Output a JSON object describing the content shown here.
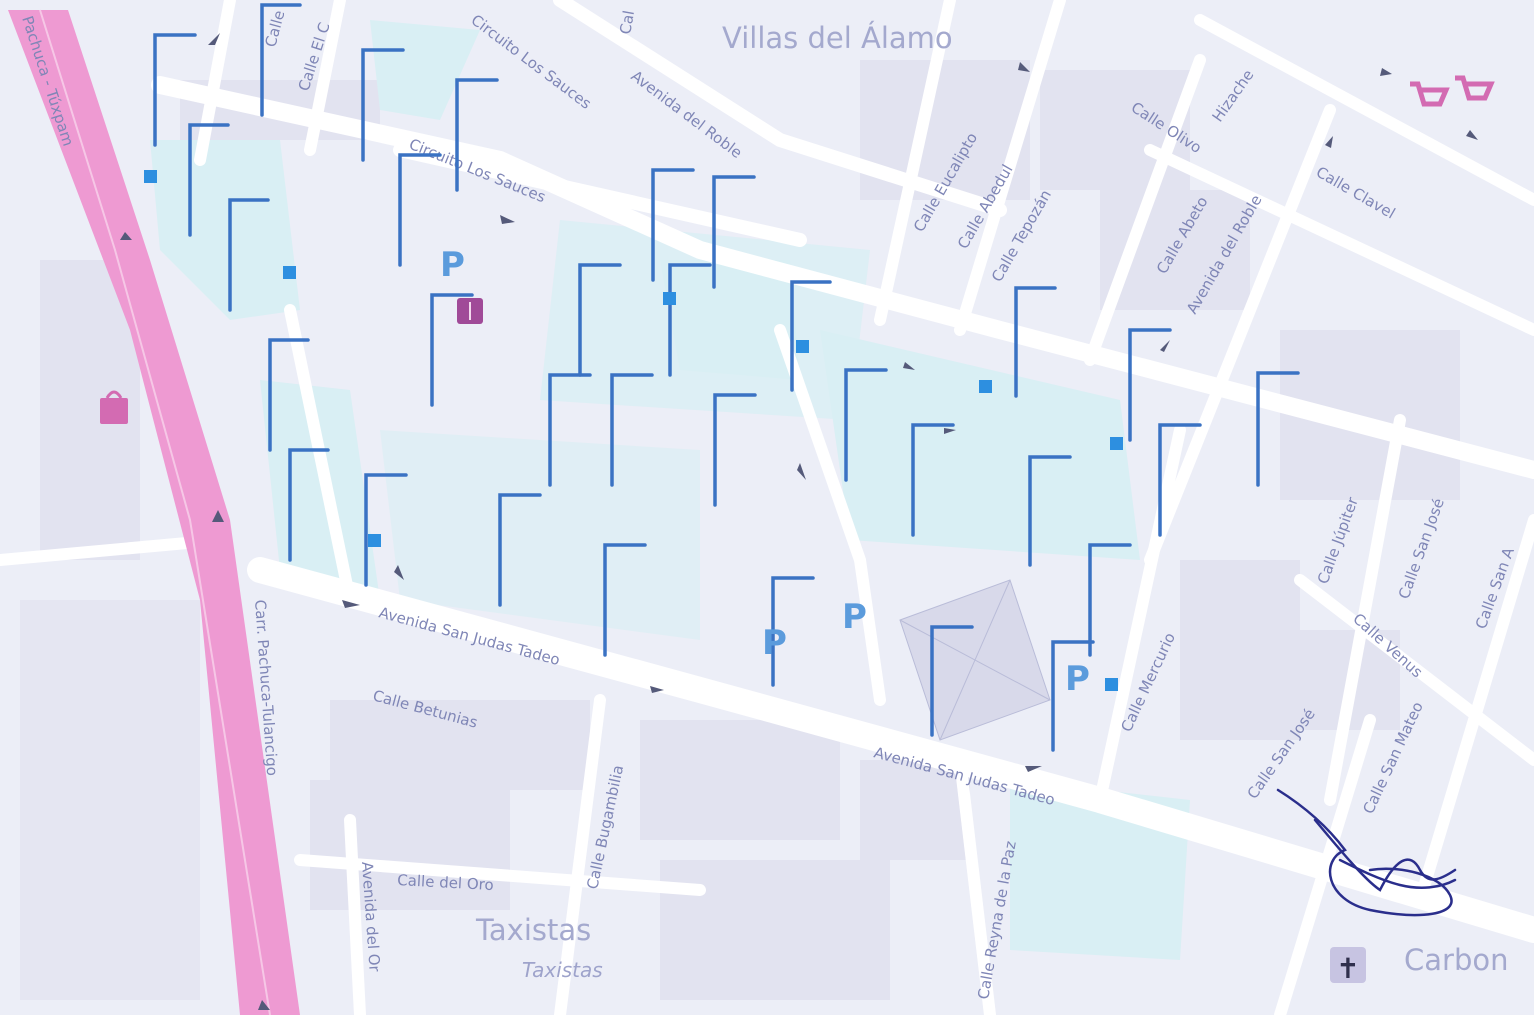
{
  "map": {
    "colors": {
      "background": "#eceef7",
      "road": "#ffffff",
      "highway": "#ee9ad2",
      "park": "#d9eff4",
      "lamp": "#3a72c3",
      "parking": "#5b9bdc",
      "marker": "#2d8fe0",
      "label": "#7f86b6",
      "signature": "#2a2e8c"
    },
    "neighborhoods": {
      "villas": "Villas del Álamo",
      "taxistas_big": "Taxistas",
      "taxistas_small": "Taxistas",
      "carbon": "Carbon"
    },
    "streets": {
      "pachuca_tuxpam": "Pachuca - Túxpam",
      "pachuca_tulancingo": "Carr. Pachuca-Tulancigo",
      "calle_top": "Calle",
      "calle_el": "Calle El C",
      "circuito1": "Circuito Los Sauces",
      "circuito2": "Circuito Los Sauces",
      "roble1": "Avenida del Roble",
      "roble2": "Avenida del Roble",
      "eucalipto": "Calle Eucalipto",
      "abedul": "Calle Abedul",
      "tepozan": "Calle Tepozán",
      "olivo": "Calle Olivo",
      "hizache": "Hizache",
      "abeto": "Calle Abeto",
      "clavel": "Calle Clavel",
      "san_judas1": "Avenida San Judas Tadeo",
      "san_judas2": "Avenida San Judas Tadeo",
      "betunias": "Calle Betunias",
      "bugambilia": "Calle Bugambilia",
      "oro": "Calle del Oro",
      "av_oro": "Avenida del Or",
      "reyna": "Calle Reyna de la Paz",
      "mercurio": "Calle Mercurio",
      "jupiter": "Calle Júpiter",
      "san_jose1": "Calle San José",
      "san_jose2": "Calle San José",
      "venus": "Calle Venus",
      "san_mateo": "Calle San Mateo",
      "san_right": "Calle San A",
      "cal_top": "Cal"
    },
    "icons": {
      "lamp": "street-lamp-icon",
      "parking": "parking-icon",
      "marker": "point-marker-icon",
      "shop": "shopping-bag-icon",
      "library": "book-icon",
      "cart": "shopping-cart-icon",
      "church": "church-cross-icon",
      "arrow": "one-way-arrow-icon",
      "signature": "handwritten-signature"
    },
    "parking_letter": "P",
    "church_symbol": "✝"
  }
}
